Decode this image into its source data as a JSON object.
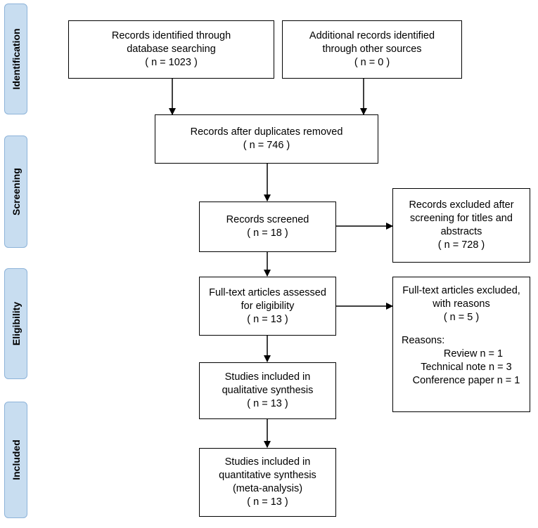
{
  "stages": [
    "Identification",
    "Screening",
    "Eligibility",
    "Included"
  ],
  "boxes": {
    "identified": [
      "Records identified through",
      "database searching",
      "( n = 1023 )"
    ],
    "additional": [
      "Additional records identified",
      "through other sources",
      "( n = 0 )"
    ],
    "duplicates_removed": [
      "Records after duplicates removed",
      "( n = 746 )"
    ],
    "screened": [
      "Records screened",
      "( n = 18 )"
    ],
    "excluded_screening": [
      "Records excluded after",
      "screening for titles and",
      "abstracts",
      "( n = 728 )"
    ],
    "fulltext_assessed": [
      "Full-text articles assessed",
      "for eligibility",
      "( n = 13 )"
    ],
    "fulltext_excluded": [
      "Full-text articles excluded,",
      "with reasons",
      "( n = 5 )"
    ],
    "reasons_header": "Reasons:",
    "reasons": [
      "Review  n = 1",
      "Technical note n = 3",
      "Conference paper n = 1"
    ],
    "qualitative": [
      "Studies included in",
      "qualitative synthesis",
      "( n = 13 )"
    ],
    "quantitative": [
      "Studies included in",
      "quantitative synthesis",
      "(meta-analysis)",
      "( n = 13 )"
    ]
  }
}
